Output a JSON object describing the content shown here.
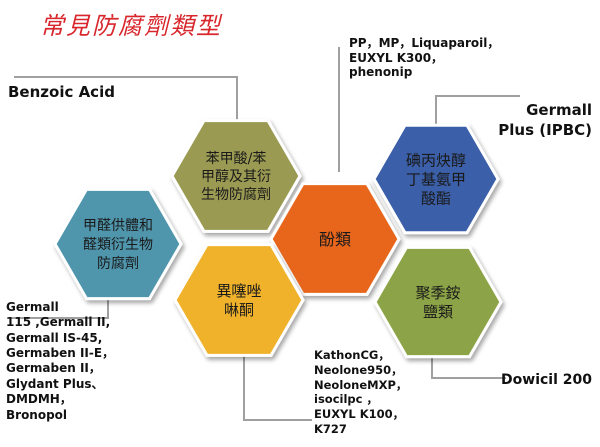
{
  "title": "常見防腐劑類型",
  "colors": {
    "title": "#d8262c",
    "hex_benzoic": "#9a9a52",
    "hex_phenol": "#e8661c",
    "hex_alkynyl": "#3b5ea8",
    "hex_formaldehyde": "#4f95ac",
    "hex_isothiazolinone": "#f0b22a",
    "hex_quaternary": "#8ca446",
    "connector_line": "#a0a0a0"
  },
  "hexagons": {
    "benzoic": {
      "lines": [
        "苯甲酸/苯",
        "甲醇及其衍",
        "生物防腐劑"
      ]
    },
    "phenol": {
      "lines": [
        "酚類"
      ]
    },
    "alkynyl": {
      "lines": [
        "碘丙炔醇",
        "丁基氨甲",
        "酸酯"
      ]
    },
    "formaldehyde": {
      "lines": [
        "甲醛供體和",
        "醛類衍生物",
        "防腐劑"
      ]
    },
    "isothiazolinone": {
      "lines": [
        "異噻唑",
        "啉酮"
      ]
    },
    "quaternary": {
      "lines": [
        "聚季銨",
        "鹽類"
      ]
    }
  },
  "labels": {
    "benzoic": [
      "Benzoic Acid"
    ],
    "phenol": [
      "PP，MP，Liquaparoil，",
      "EUXYL K300，",
      "phenonip"
    ],
    "germall": [
      "Germall",
      "Plus (IPBC)"
    ],
    "formaldehyde": [
      "Germall",
      "115 ,Germall II,",
      "Germall IS-45,",
      "Germaben II-E，",
      "Germaben II，",
      "Glydant Plus、",
      "DMDMH，",
      "Bronopol"
    ],
    "kathon": [
      "KathonCG，",
      "Neolone950，",
      "NeoloneMXP，",
      "isocilpc  ，",
      "EUXYL K100，",
      "K727"
    ],
    "dowicil": [
      "Dowicil 200"
    ]
  }
}
